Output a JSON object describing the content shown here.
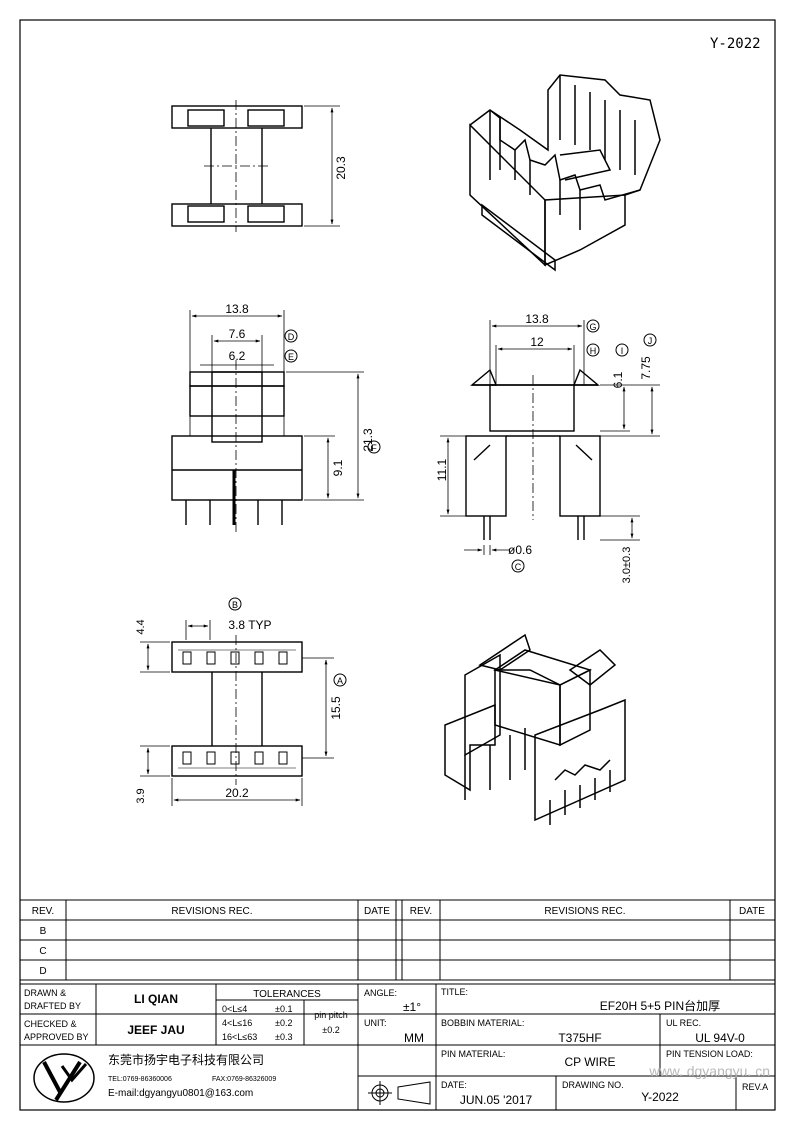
{
  "drawing_number_corner": "Y-2022",
  "dimensions": {
    "top_view_height": "20.3",
    "front_width": "13.8",
    "front_inner_width": "7.6",
    "front_core_width": "6.2",
    "front_height": "21.3",
    "front_base_height": "9.1",
    "side_width": "13.8",
    "side_inner_width": "12",
    "side_upper_height": "6.1",
    "side_total_height": "7.75",
    "side_base_height": "11.1",
    "pin_diameter": "ø0.6",
    "pin_length": "3.0±0.3",
    "bottom_row_depth": "4.4",
    "pin_pitch": "3.8 TYP",
    "bottom_pin_span": "15.5",
    "bottom_row_depth2": "3.9",
    "bottom_width": "20.2"
  },
  "callouts": {
    "A": "A",
    "B": "B",
    "C": "C",
    "D": "D",
    "E": "E",
    "F": "F",
    "G": "G",
    "H": "H",
    "I": "I",
    "J": "J"
  },
  "revisions": {
    "left_headers": [
      "REV.",
      "REVISIONS   REC.",
      "DATE"
    ],
    "right_headers": [
      "REV.",
      "REVISIONS   REC.",
      "DATE"
    ],
    "rows": [
      "B",
      "C",
      "D"
    ]
  },
  "title_block": {
    "drawn_label": "DRAWN  &\nDRAFTED BY",
    "drawn_value": "LI QIAN",
    "checked_label": "CHECKED  &\nAPPROVED BY",
    "checked_value": "JEEF JAU",
    "tolerances_label": "TOLERANCES",
    "tol_1_range": "0<L≤4",
    "tol_1_value": "±0.1",
    "tol_2_range": "4<L≤16",
    "tol_2_value": "±0.2",
    "tol_3_range": "16<L≤63",
    "tol_3_value": "±0.3",
    "pin_pitch_label": "pin  pitch",
    "pin_pitch_value": "±0.2",
    "angle_label": "ANGLE:",
    "angle_value": "±1°",
    "unit_label": "UNIT:",
    "unit_value": "MM",
    "title_label": "TITLE:",
    "title_value": "EF20H  5+5  PIN台加厚",
    "bobbin_label": "BOBBIN MATERIAL:",
    "bobbin_value": "T375HF",
    "ul_label": "UL  REC.",
    "ul_value": "UL  94V-0",
    "pin_material_label": "PIN MATERIAL:",
    "pin_material_value": "CP  WIRE",
    "pin_tension_label": "PIN TENSION LOAD:",
    "date_label": "DATE:",
    "date_value": "JUN.05  '2017",
    "drawing_no_label": "DRAWING  NO.",
    "drawing_no_value": "Y-2022",
    "rev_label": "REV.A",
    "company_cn": "东莞市扬宇电子科技有限公司",
    "tel": "TEL:0769-86360006",
    "fax": "FAX:0769-86326009",
    "email": "E-mail:dgyangyu0801@163.com",
    "watermark": "www. dgyangyu. cn"
  }
}
